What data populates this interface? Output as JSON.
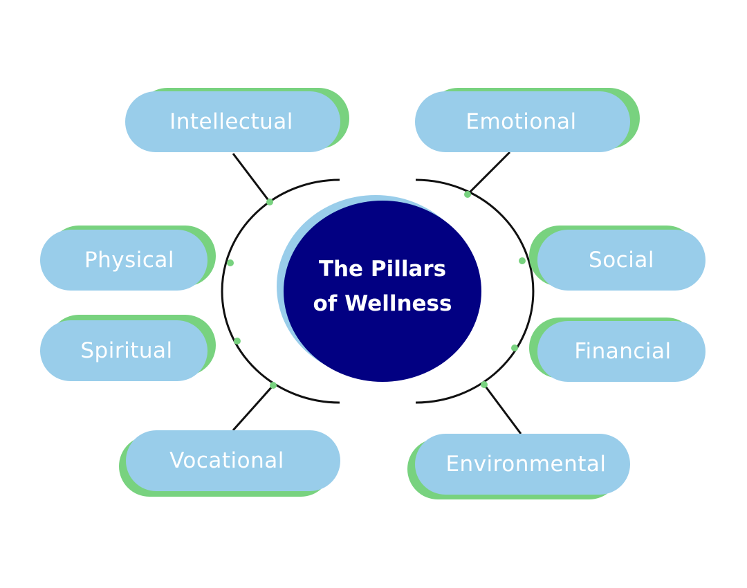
{
  "colors": {
    "pill_fill": "#99cdea",
    "pill_shadow": "#78d27f",
    "center_fill": "#020082",
    "center_shadow": "#99cdea",
    "connector": "#111111",
    "dot": "#78d27f",
    "text": "#ffffff"
  },
  "center": {
    "line1": "The Pillars",
    "line2": "of Wellness"
  },
  "pillars": {
    "intellectual": "Intellectual",
    "emotional": "Emotional",
    "physical": "Physical",
    "social": "Social",
    "spiritual": "Spiritual",
    "financial": "Financial",
    "vocational": "Vocational",
    "environmental": "Environmental"
  }
}
